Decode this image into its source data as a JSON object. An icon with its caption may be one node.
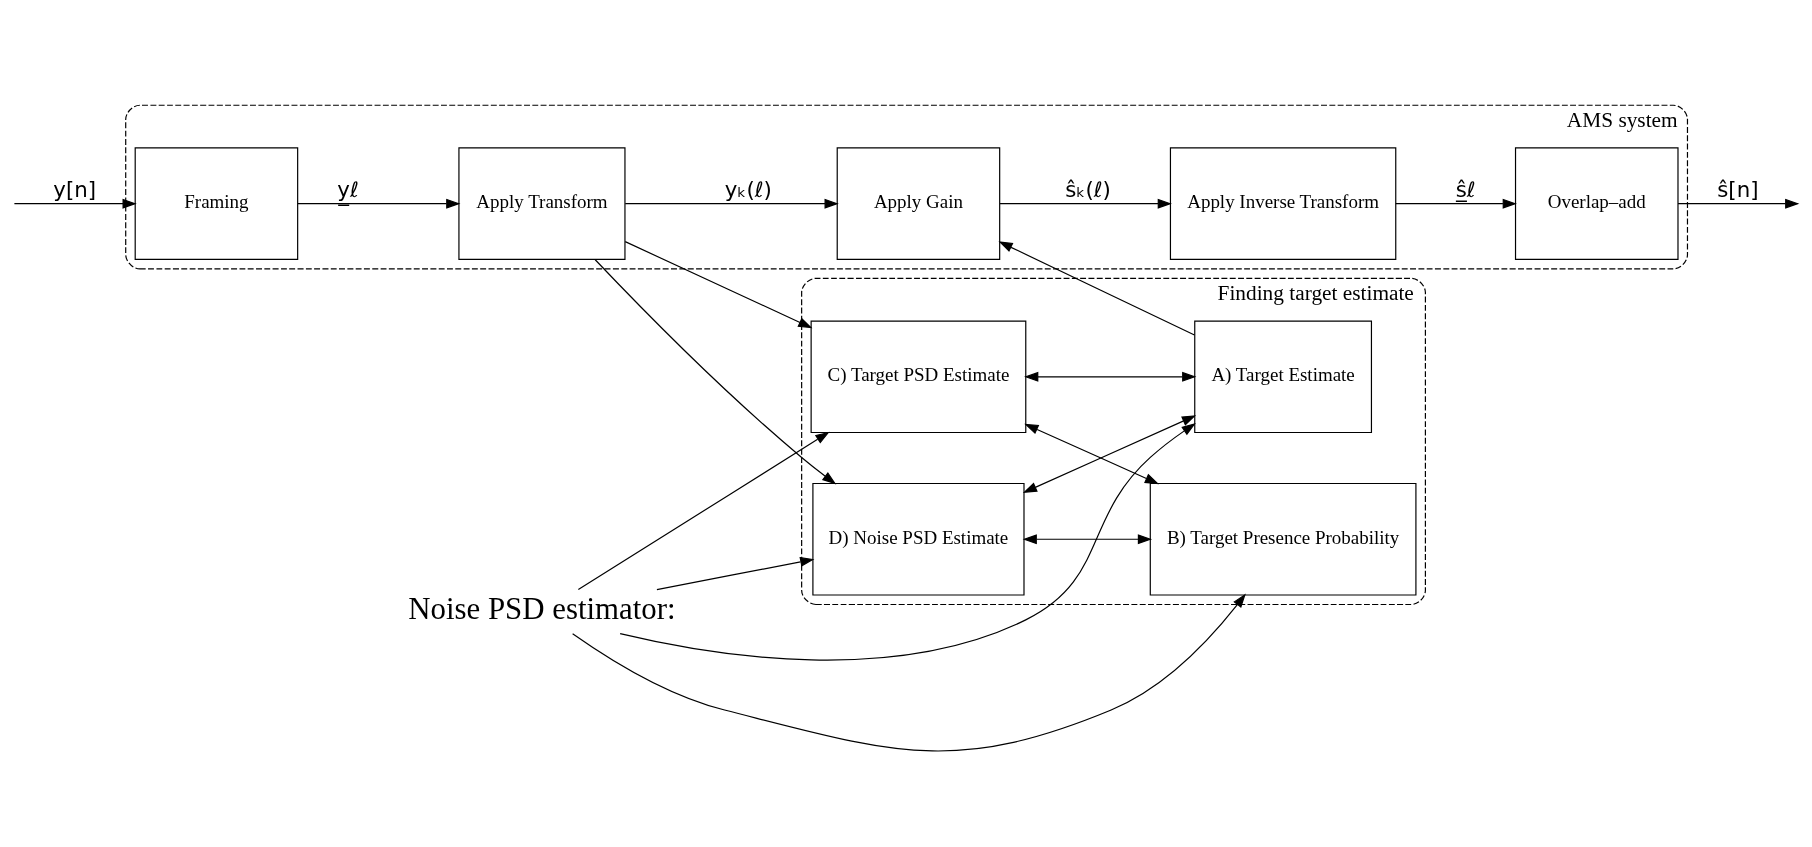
{
  "diagram": {
    "nodes": [
      {
        "text": [
          "AMS system"
        ]
      },
      {
        "text": [
          "Framing"
        ],
        "in": 0
      },
      {
        "text": [
          "Apply Transform"
        ],
        "in": 0
      },
      {
        "text": [
          "Apply Gain"
        ],
        "in": 0
      },
      {
        "text": [
          "Apply Inverse Transform"
        ],
        "in": 0
      },
      {
        "text": [
          "Overlap–add"
        ],
        "in": 0
      },
      {
        "text": [
          "Finding target estimate"
        ]
      },
      {
        "text": [
          "C) Target PSD Estimate"
        ],
        "in": 6
      },
      {
        "text": [
          "A) Target Estimate"
        ],
        "in": 6
      },
      {
        "text": [
          "D) Noise PSD Estimate"
        ],
        "in": 6
      },
      {
        "text": [
          "B) Target Presence Probability"
        ],
        "in": 6
      },
      {
        "text": [
          "Noise PSD estimator:"
        ]
      }
    ],
    "edges": [
      {
        "from": null,
        "to": 1,
        "arrow": "to",
        "label": "y[n]"
      },
      {
        "from": 1,
        "to": 2,
        "arrow": "to",
        "label": "y̲ℓ"
      },
      {
        "from": 2,
        "to": 3,
        "arrow": "to",
        "label": "yₖ(ℓ)"
      },
      {
        "from": 3,
        "to": 4,
        "arrow": "to",
        "label": "ŝₖ(ℓ)"
      },
      {
        "from": 4,
        "to": 5,
        "arrow": "to",
        "label": "ŝ̲ℓ"
      },
      {
        "from": 5,
        "to": null,
        "arrow": "to",
        "label": "ŝ[n]"
      },
      {
        "from": 2,
        "to": 7,
        "arrow": "to"
      },
      {
        "from": 2,
        "to": 9,
        "arrow": "to"
      },
      {
        "from": 8,
        "to": 3,
        "arrow": "to"
      },
      {
        "from": 7,
        "to": 8,
        "arrow": "both"
      },
      {
        "from": 7,
        "to": 10,
        "arrow": "both"
      },
      {
        "from": 9,
        "to": 8,
        "arrow": "both"
      },
      {
        "from": 9,
        "to": 10,
        "arrow": "both"
      },
      {
        "from": 11,
        "to": 7,
        "arrow": "to"
      },
      {
        "from": 11,
        "to": 9,
        "arrow": "to"
      },
      {
        "from": 11,
        "to": 8,
        "arrow": "to"
      },
      {
        "from": 11,
        "to": 10,
        "arrow": "to"
      }
    ]
  }
}
